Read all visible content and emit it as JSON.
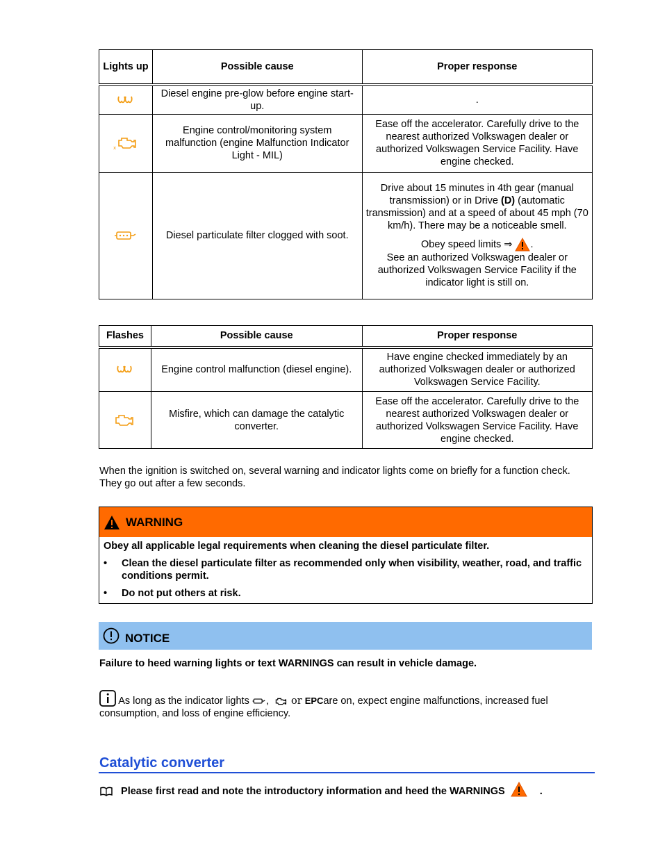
{
  "table1": {
    "headers": {
      "col1": "Lights up",
      "col2": "Possible cause",
      "col3": "Proper response"
    },
    "rows": [
      {
        "icon": "glow-plug-icon",
        "cause": "Diesel engine pre-glow before engine start-up.",
        "response": "."
      },
      {
        "icon": "engine-check-icon",
        "cause": "Engine control/monitoring system malfunction (engine Malfunction Indicator Light - MIL)",
        "response": "Ease off the accelerator. Carefully drive to the nearest authorized Volkswagen dealer or authorized Volkswagen Service Facility. Have engine checked."
      },
      {
        "icon": "particulate-filter-icon",
        "cause": "Diesel particulate filter clogged with soot.",
        "response_a": "Drive about 15 minutes in 4th gear (manual transmission) or in Drive",
        "response_a_bold": "(D)",
        "response_a2": "(automatic transmission) and at a speed of about",
        "response_b": "45 mph (70 km/h). There may be a noticeable smell.",
        "response_c1": "Obey speed limits ⇒",
        "response_c2": ".",
        "response_d": "See an authorized Volkswagen dealer or authorized Volkswagen Service Facility if the indicator light is still on."
      }
    ]
  },
  "table2": {
    "headers": {
      "col1": "Flashes",
      "col2": "Possible cause",
      "col3": "Proper response"
    },
    "rows": [
      {
        "icon": "glow-plug-icon",
        "cause": "Engine control malfunction (diesel engine).",
        "response": "Have engine checked immediately by an authorized Volkswagen dealer or authorized Volkswagen Service Facility."
      },
      {
        "icon": "engine-check-icon",
        "cause": "Misfire, which can damage the catalytic converter.",
        "response": "Ease off the accelerator. Carefully drive to the nearest authorized Volkswagen dealer or authorized Volkswagen Service Facility. Have engine checked."
      }
    ]
  },
  "intro_paragraph": "When the ignition is switched on, several warning and indicator lights come on briefly for a function check. They go out after a few seconds.",
  "warning": {
    "title": "WARNING",
    "lead": "Obey all applicable legal requirements when cleaning the diesel particulate filter.",
    "bullets": [
      "Clean the diesel particulate filter as recommended only when visibility, weather, road, and traffic conditions permit.",
      "Do not put others at risk."
    ]
  },
  "notice": {
    "title": "NOTICE",
    "text": "Failure to heed warning lights or text WARNINGS can result in vehicle damage."
  },
  "info_note": {
    "part1": "As long as the indicator lights",
    "sep1": ",",
    "sep2": "or",
    "epc": "EPC",
    "part2": "are on, expect engine malfunctions, increased fuel consumption, and loss of engine efficiency."
  },
  "section": {
    "title": "Catalytic converter",
    "note": "Please first read and note the introductory information and heed the WARNINGS",
    "note_end": "."
  },
  "colors": {
    "warning_orange": "#ff6a00",
    "notice_blue": "#8fc0ef",
    "heading_blue": "#1f4fd6",
    "indicator_amber": "#f39c12"
  }
}
